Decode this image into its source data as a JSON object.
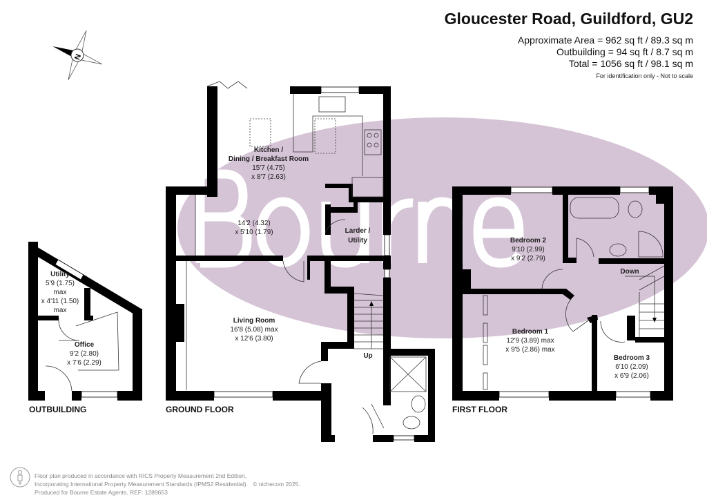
{
  "header": {
    "title": "Gloucester Road, Guildford, GU2",
    "areas": [
      "Approximate Area = 962 sq ft / 89.3 sq m",
      "Outbuilding = 94 sq ft / 8.7 sq m",
      "Total = 1056 sq ft / 98.1 sq m"
    ],
    "disclaimer": "For identification only - Not to scale"
  },
  "compass": {
    "label": "N",
    "icon": "compass-rose-icon"
  },
  "watermark": {
    "text": "Bourne",
    "color": "#d5c3d6"
  },
  "floors": {
    "outbuilding": {
      "label": "OUTBUILDING",
      "rooms": [
        {
          "name": "Utility",
          "dims": [
            "5'9 (1.75)",
            "max",
            "x 4'11 (1.50)",
            "max"
          ]
        },
        {
          "name": "Office",
          "dims": [
            "9'2 (2.80)",
            "x 7'6 (2.29)"
          ]
        }
      ]
    },
    "ground": {
      "label": "GROUND FLOOR",
      "stairs": "Up",
      "rooms": [
        {
          "name": "Kitchen /",
          "name2": "Dining / Breakfast Room",
          "dims": [
            "15'7 (4.75)",
            "x 8'7 (2.63)"
          ]
        },
        {
          "name": "",
          "dims": [
            "14'2 (4.32)",
            "x 5'10 (1.79)"
          ]
        },
        {
          "name": "Larder /",
          "name2": "Utility",
          "dims": []
        },
        {
          "name": "Living Room",
          "dims": [
            "16'8 (5.08) max",
            "x 12'6 (3.80)"
          ]
        }
      ]
    },
    "first": {
      "label": "FIRST FLOOR",
      "stairs": "Down",
      "rooms": [
        {
          "name": "Bedroom 2",
          "dims": [
            "9'10 (2.99)",
            "x 9'2 (2.79)"
          ]
        },
        {
          "name": "Bedroom 1",
          "dims": [
            "12'9 (3.89) max",
            "x 9'5 (2.86) max"
          ]
        },
        {
          "name": "Bedroom 3",
          "dims": [
            "6'10 (2.09)",
            "x 6'9 (2.06)"
          ]
        }
      ]
    }
  },
  "footer": {
    "lines": [
      "Floor plan produced in accordance with RICS Property Measurement 2nd Edition,",
      "Incorporating International Property Measurement Standards (IPMS2 Residential).",
      "Produced for Bourne Estate Agents.   REF: 1289653"
    ],
    "copyright": "© nichecom 2025.",
    "icon": "person-ipms-icon"
  }
}
